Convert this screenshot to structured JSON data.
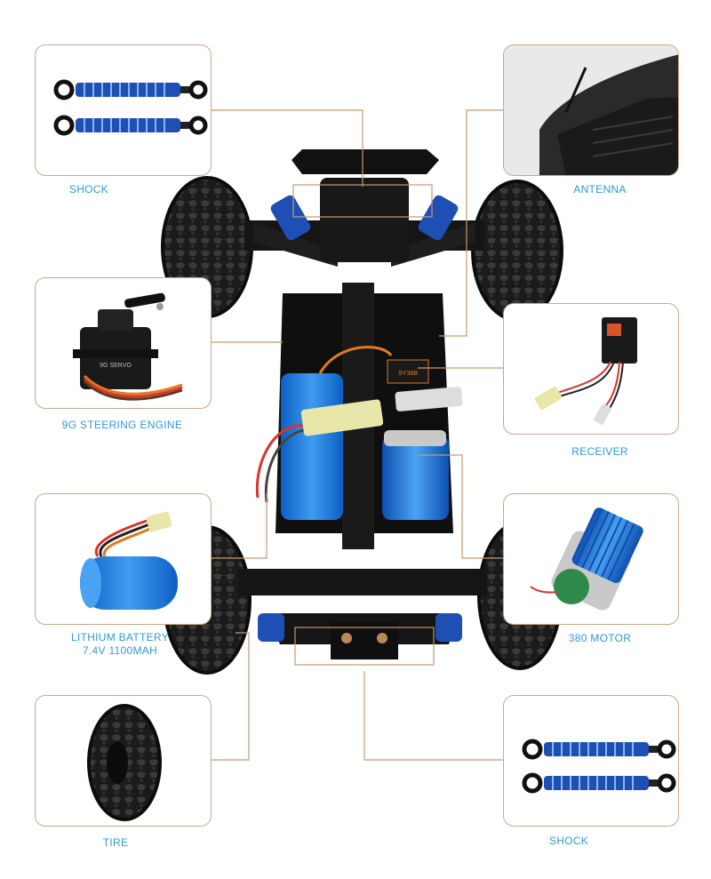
{
  "callouts": {
    "shock_top": "SHOCK",
    "antenna": "ANTENNA",
    "steering": "9G STEERING ENGINE",
    "receiver": "RECEIVER",
    "battery_line1": "LITHIUM BATTERY",
    "battery_line2": "7.4V 1100MAH",
    "motor": "380 MOTOR",
    "tire": "TIRE",
    "shock_bottom": "SHOCK"
  },
  "parts": {
    "servo_id": "9G SERVO",
    "module_id": "SY38B"
  },
  "colors": {
    "label": "#2f9ad9",
    "leader": "#c49a72",
    "shock_spring": "#1e4fb5",
    "motor_heatsink": "#1c6ed6",
    "battery": "#1a73d9",
    "connector": "#e8e6a8"
  }
}
